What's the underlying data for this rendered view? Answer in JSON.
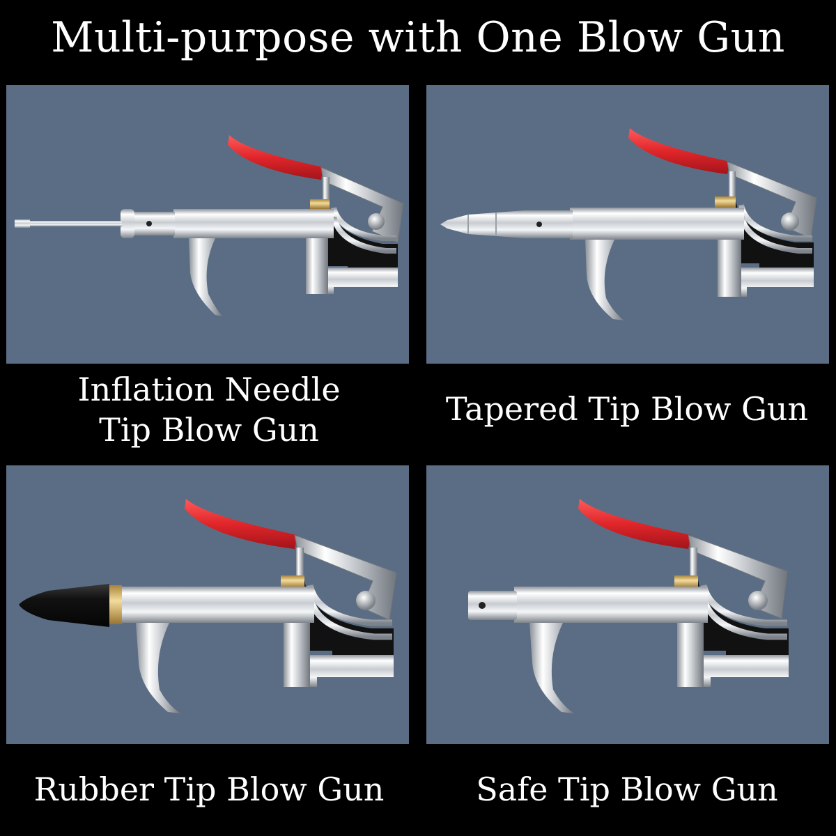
{
  "headline": "Multi-purpose with One Blow Gun",
  "colors": {
    "background": "#000000",
    "panel": "#5b6d84",
    "lever_red": "#e0262a",
    "chrome": "#d9dde2",
    "brass": "#d8b66a",
    "rubber_tip": "#111111"
  },
  "variants": [
    {
      "tip": "needle",
      "caption_lines": [
        "Inflation Needle",
        "Tip Blow Gun"
      ]
    },
    {
      "tip": "tapered",
      "caption_lines": [
        "Tapered Tip Blow Gun"
      ]
    },
    {
      "tip": "rubber",
      "caption_lines": [
        "Rubber Tip Blow Gun"
      ]
    },
    {
      "tip": "safe",
      "caption_lines": [
        "Safe Tip Blow Gun"
      ]
    }
  ]
}
